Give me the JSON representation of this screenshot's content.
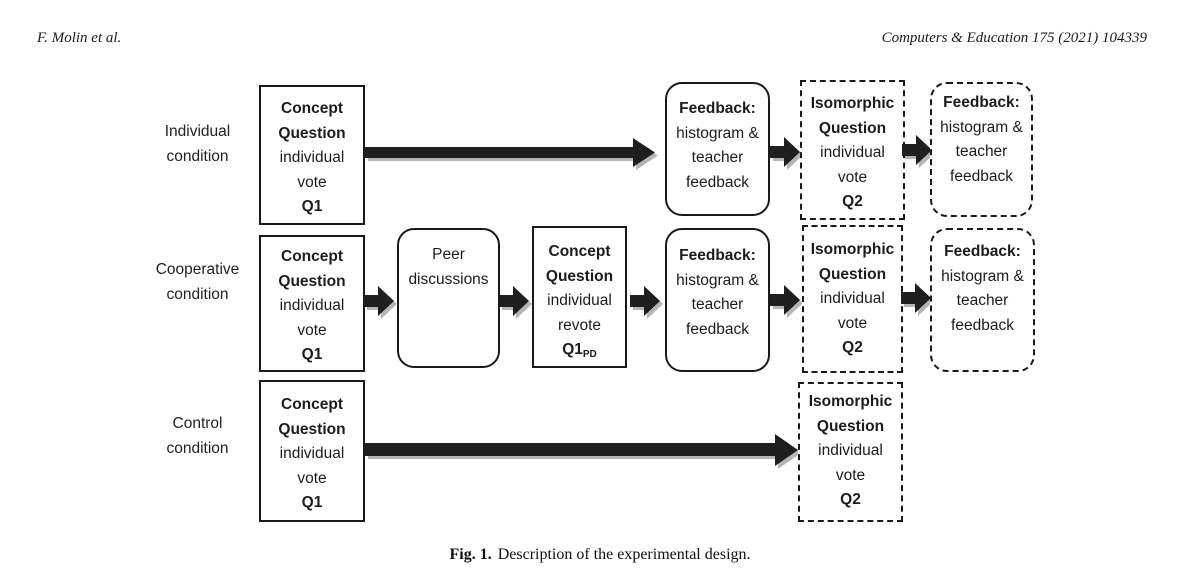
{
  "header": {
    "authors": "F. Molin et al.",
    "journal": "Computers & Education 175 (2021) 104339"
  },
  "rows": {
    "individual": {
      "label1": "Individual",
      "label2": "condition"
    },
    "cooperative": {
      "label1": "Cooperative",
      "label2": "condition"
    },
    "control": {
      "label1": "Control",
      "label2": "condition"
    }
  },
  "boxes": {
    "concept_q1_individual": {
      "l1": "Concept",
      "l2": "Question",
      "l3": "individual",
      "l4": "vote",
      "l5": "Q1"
    },
    "feedback_individual": {
      "l1": "Feedback:",
      "l2": "histogram &",
      "l3": "teacher",
      "l4": "feedback"
    },
    "isomorphic_individual": {
      "l1": "Isomorphic",
      "l2": "Question",
      "l3": "individual",
      "l4": "vote",
      "l5": "Q2"
    },
    "feedback_post_individual": {
      "l1": "Feedback:",
      "l2": "histogram &",
      "l3": "teacher",
      "l4": "feedback"
    },
    "concept_q1_cooperative": {
      "l1": "Concept",
      "l2": "Question",
      "l3": "individual",
      "l4": "vote",
      "l5": "Q1"
    },
    "peer_discussions": {
      "l1": "Peer",
      "l2": "discussions"
    },
    "concept_q1pd_cooperative": {
      "l1": "Concept",
      "l2": "Question",
      "l3": "individual",
      "l4": "revote",
      "l5": "Q1",
      "l5_sub": "PD"
    },
    "feedback_cooperative": {
      "l1": "Feedback:",
      "l2": "histogram &",
      "l3": "teacher",
      "l4": "feedback"
    },
    "isomorphic_cooperative": {
      "l1": "Isomorphic",
      "l2": "Question",
      "l3": "individual",
      "l4": "vote",
      "l5": "Q2"
    },
    "feedback_post_cooperative": {
      "l1": "Feedback:",
      "l2": "histogram &",
      "l3": "teacher",
      "l4": "feedback"
    },
    "concept_q1_control": {
      "l1": "Concept",
      "l2": "Question",
      "l3": "individual",
      "l4": "vote",
      "l5": "Q1"
    },
    "isomorphic_control": {
      "l1": "Isomorphic",
      "l2": "Question",
      "l3": "individual",
      "l4": "vote",
      "l5": "Q2"
    }
  },
  "caption": {
    "label": "Fig. 1.",
    "text": "Description of the experimental design."
  },
  "colors": {
    "ink": "#1a1a1a",
    "arrow_fill": "#1f1f1f",
    "arrow_shadow": "#b5b5b5",
    "background": "#ffffff"
  }
}
